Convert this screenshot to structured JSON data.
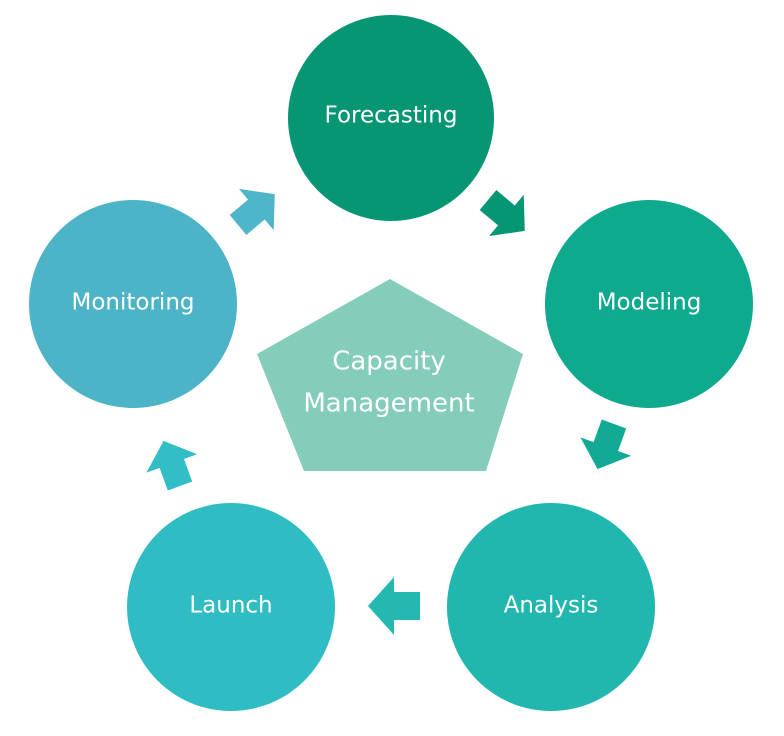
{
  "diagram": {
    "center": {
      "line1": "Capacity",
      "line2": "Management",
      "color": "#85CDBB"
    },
    "nodes": [
      {
        "label": "Forecasting",
        "color": "#069674"
      },
      {
        "label": "Modeling",
        "color": "#0FA990"
      },
      {
        "label": "Analysis",
        "color": "#21B7AE"
      },
      {
        "label": "Launch",
        "color": "#2FBDC3"
      },
      {
        "label": "Monitoring",
        "color": "#4DB4C8"
      }
    ],
    "arrows": [
      {
        "from": "Forecasting",
        "to": "Modeling",
        "color": "#069674"
      },
      {
        "from": "Modeling",
        "to": "Analysis",
        "color": "#12AA95"
      },
      {
        "from": "Analysis",
        "to": "Launch",
        "color": "#24B8B1"
      },
      {
        "from": "Launch",
        "to": "Monitoring",
        "color": "#33BDC4"
      },
      {
        "from": "Monitoring",
        "to": "Forecasting",
        "color": "#4FB6CA"
      }
    ]
  }
}
